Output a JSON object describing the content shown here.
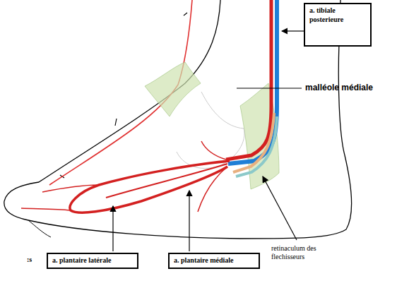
{
  "diagram": {
    "nodes": [
      {
        "text": [
          "a. tibiale posterieure"
        ]
      },
      {
        "text": [
          "a. plantaire latérale"
        ]
      },
      {
        "text": [
          "a. plantaire médiale"
        ]
      }
    ],
    "labels": [
      "malléole médiale",
      "retinaculum des flechisseurs",
      ":s"
    ]
  }
}
